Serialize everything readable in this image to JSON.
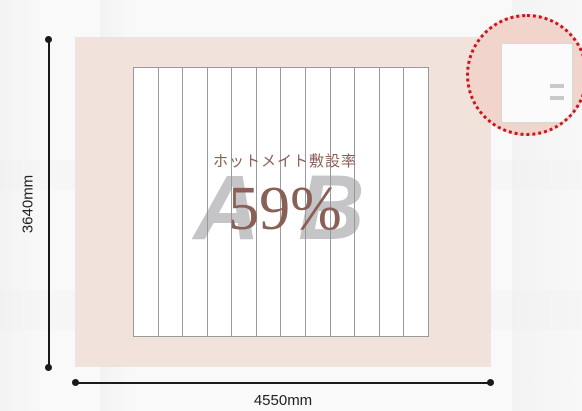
{
  "diagram": {
    "coverage_label": "ホットメイト敷設率",
    "coverage_value": "59%",
    "watermark": "A  B",
    "width_dimension": "4550mm",
    "height_dimension": "3640mm",
    "mat_strip_count": 12
  },
  "colors": {
    "room_fill": "#f1e3dc",
    "accent_text": "#8a5f55",
    "inset_border": "#c8141e"
  },
  "inset": {
    "icon": "heater-unit-icon"
  }
}
